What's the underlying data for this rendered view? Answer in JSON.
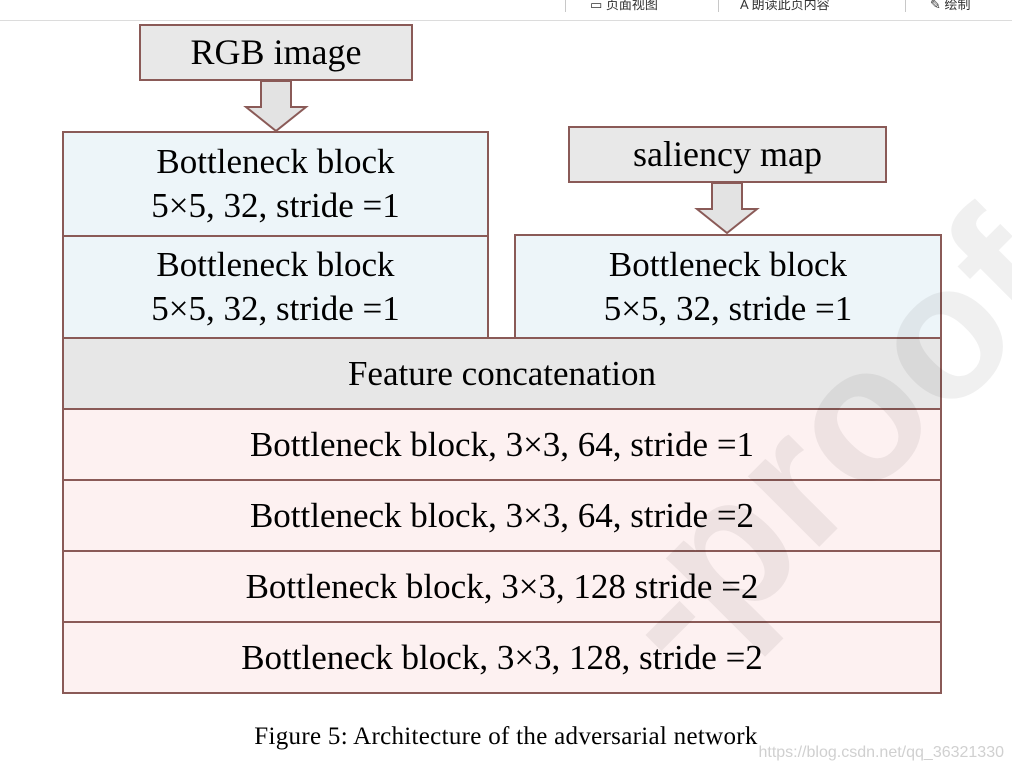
{
  "toolbar": {
    "item_1": "页面视图",
    "item_2": "朗读此页内容",
    "item_3": "绘制"
  },
  "diagram": {
    "rgb_input": "RGB image",
    "saliency_input": "saliency map",
    "rgb_block_1": {
      "title": "Bottleneck block",
      "params": "5×5, 32,  stride =1"
    },
    "rgb_block_2": {
      "title": "Bottleneck block",
      "params": "5×5, 32,  stride =1"
    },
    "saliency_block": {
      "title": "Bottleneck block",
      "params": "5×5, 32,  stride =1"
    },
    "concat": "Feature concatenation",
    "stack": [
      "Bottleneck block, 3×3, 64,  stride =1",
      "Bottleneck block, 3×3, 64,  stride =2",
      "Bottleneck block, 3×3, 128  stride =2",
      "Bottleneck block, 3×3, 128,  stride =2"
    ]
  },
  "caption": "Figure 5:  Architecture of the adversarial network",
  "watermark": "-proof",
  "csdn_watermark": "https://blog.csdn.net/qq_36321330",
  "colors": {
    "border": "#8a5a57",
    "input_fill": "#e8e8e8",
    "bottleneck_fill": "#edf5f9",
    "concat_fill": "#e7e7e7",
    "stack_fill": "#fdf1f1"
  }
}
